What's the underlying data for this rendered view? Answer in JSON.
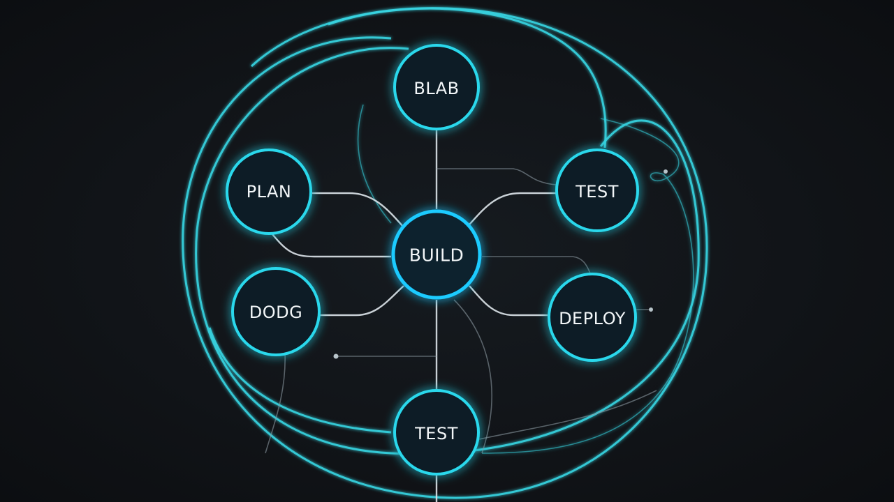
{
  "diagram": {
    "nodes": [
      {
        "id": "top",
        "label": "BLAB"
      },
      {
        "id": "left-upper",
        "label": "PLAN"
      },
      {
        "id": "right-upper",
        "label": "TEST"
      },
      {
        "id": "center",
        "label": "BUILD"
      },
      {
        "id": "left-lower",
        "label": "DODG"
      },
      {
        "id": "right-lower",
        "label": "DEPLOY"
      },
      {
        "id": "bottom",
        "label": "TEST"
      }
    ],
    "colors": {
      "background": "#111418",
      "node_stroke": "#2ad8ec",
      "hub_stroke": "#1ecbff",
      "orbit": "#37d3e0",
      "connector": "#d9e1e6",
      "label": "#f2f6f8"
    }
  }
}
